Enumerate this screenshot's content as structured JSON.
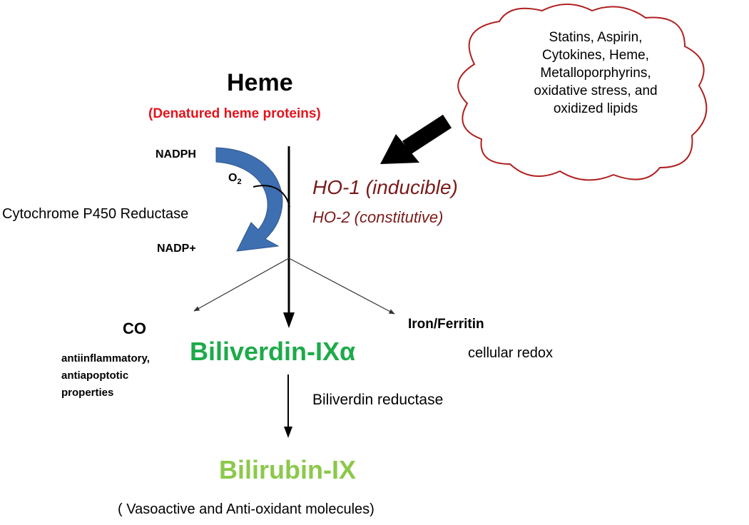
{
  "colors": {
    "heme_subtitle": "#e3141c",
    "ho_enzymes": "#7b1a1a",
    "biliverdin": "#1eaa4a",
    "bilirubin": "#8cc84b",
    "curved_arrow": "#3e6fb0",
    "cloud_outline": "#b02020"
  },
  "heme": {
    "title": "Heme",
    "subtitle": "(Denatured heme proteins)"
  },
  "cofactors": {
    "nadph": "NADPH",
    "o2": "O",
    "o2_subscript": "2",
    "reductase": "Cytochrome P450 Reductase",
    "nadp": "NADP+"
  },
  "enzymes": {
    "ho1": "HO-1 (inducible)",
    "ho2": "HO-2 (constitutive)"
  },
  "inducers": {
    "lines": [
      "Statins, Aspirin,",
      "Cytokines, Heme,",
      "Metalloporphyrins,",
      "oxidative stress, and",
      "oxidized lipids"
    ]
  },
  "products": {
    "co": "CO",
    "co_properties": [
      "antiinflammatory,",
      "antiapoptotic",
      "properties"
    ],
    "biliverdin": "Biliverdin-IXα",
    "iron": "Iron/Ferritin",
    "iron_role": "cellular redox",
    "biliverdin_reductase": "Biliverdin reductase",
    "bilirubin": "Bilirubin-IX",
    "bilirubin_note": "( Vasoactive and Anti-oxidant molecules)"
  }
}
